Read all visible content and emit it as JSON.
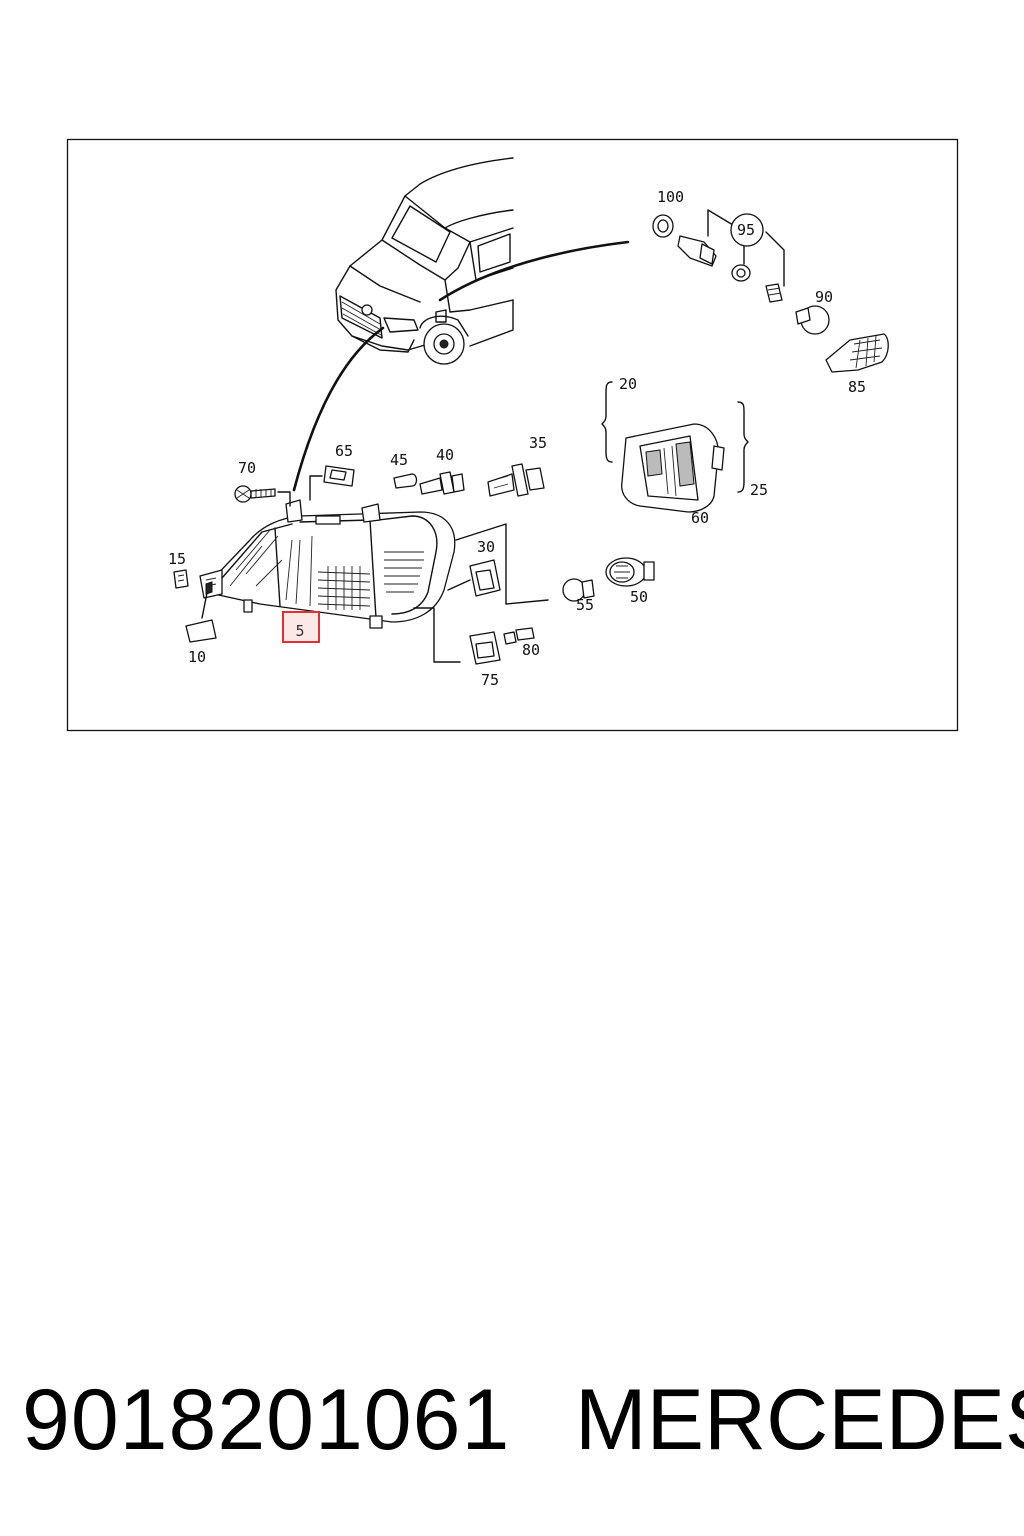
{
  "diagram": {
    "callouts": {
      "c5": "5",
      "c10": "10",
      "c15": "15",
      "c20": "20",
      "c25": "25",
      "c30": "30",
      "c35": "35",
      "c40": "40",
      "c45": "45",
      "c50": "50",
      "c55": "55",
      "c60": "60",
      "c65": "65",
      "c70": "70",
      "c75": "75",
      "c80": "80",
      "c85": "85",
      "c90": "90",
      "c95": "95",
      "c100": "100"
    },
    "highlighted_callout": "5",
    "highlight_color": "#e03030"
  },
  "footer": {
    "part_number": "9018201061",
    "brand": "MERCEDES"
  }
}
